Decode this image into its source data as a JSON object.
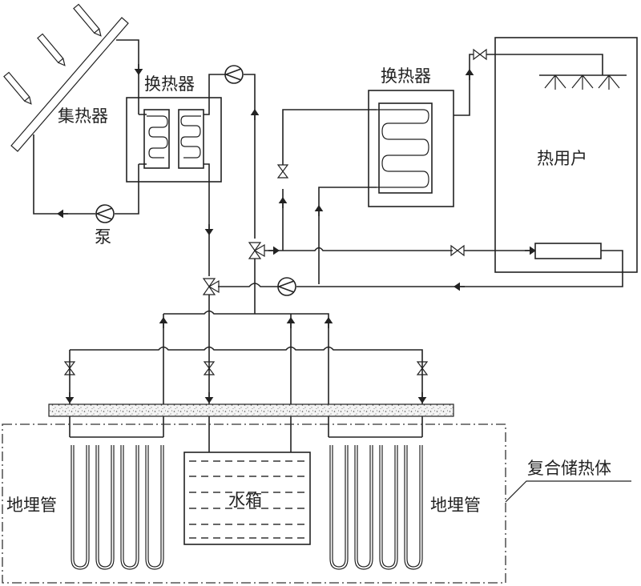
{
  "labels": {
    "collector": "集热器",
    "heat_exchanger_1": "换热器",
    "pump": "泵",
    "heat_exchanger_2": "换热器",
    "heat_user": "热用户",
    "buried_pipe_left": "地埋管",
    "water_tank": "水箱",
    "buried_pipe_right": "地埋管",
    "composite_storage": "复合储热体"
  },
  "icons": {
    "sun_rays": "sun-ray-arrows",
    "pump": "pump-circle",
    "valve": "gate-valve-bowtie",
    "three_way_valve": "three-way-valve",
    "sprinkler": "sprinkler-heads",
    "radiator": "radiator-rect"
  }
}
